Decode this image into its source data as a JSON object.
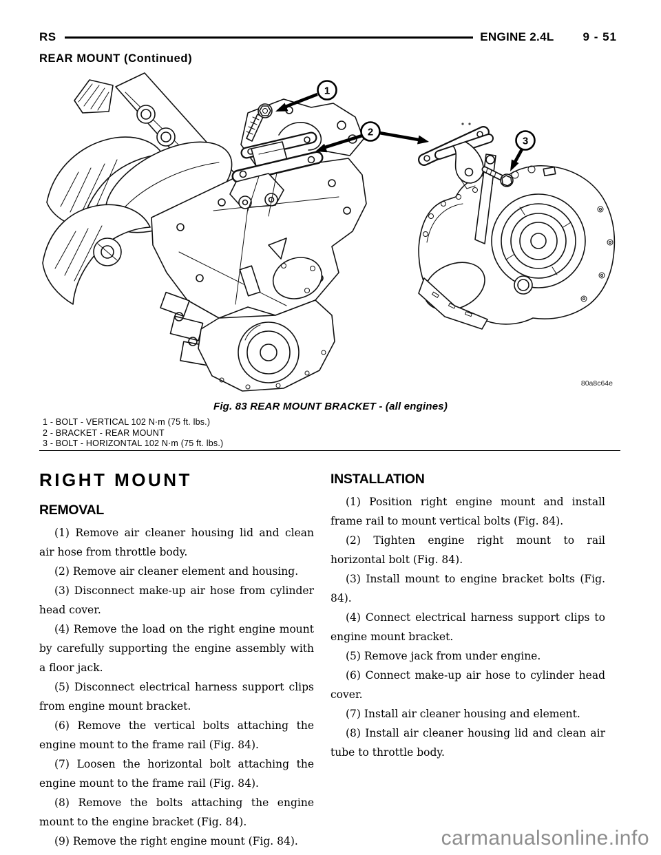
{
  "header": {
    "left": "RS",
    "engine": "ENGINE 2.4L",
    "page": "9 - 51"
  },
  "section_title": "REAR MOUNT (Continued)",
  "figure": {
    "caption": "Fig. 83 REAR MOUNT BRACKET - (all engines)",
    "image_code": "80a8c64e",
    "callouts": [
      "1",
      "2",
      "3"
    ],
    "legend": [
      "1 - BOLT - VERTICAL 102 N·m (75 ft. lbs.)",
      "2 - BRACKET - REAR MOUNT",
      "3 - BOLT - HORIZONTAL 102 N·m (75 ft. lbs.)"
    ]
  },
  "left_column": {
    "title": "RIGHT MOUNT",
    "subtitle": "REMOVAL",
    "steps": [
      "(1) Remove air cleaner housing lid and clean air hose from throttle body.",
      "(2) Remove air cleaner element and housing.",
      "(3) Disconnect make-up air hose from cylinder head cover.",
      "(4) Remove the load on the right engine mount by carefully supporting the engine assembly with a floor jack.",
      "(5) Disconnect electrical harness support clips from engine mount bracket.",
      "(6) Remove the vertical bolts attaching the engine mount to the frame rail (Fig. 84).",
      "(7) Loosen the horizontal bolt attaching the engine mount to the frame rail (Fig. 84).",
      "(8) Remove the bolts attaching the engine mount to the engine bracket (Fig. 84).",
      "(9) Remove the right engine mount (Fig. 84)."
    ]
  },
  "right_column": {
    "subtitle": "INSTALLATION",
    "steps": [
      "(1) Position right engine mount and install frame rail to mount vertical bolts (Fig. 84).",
      "(2) Tighten engine right mount to rail horizontal bolt (Fig. 84).",
      "(3) Install mount to engine bracket bolts (Fig. 84).",
      "(4) Connect electrical harness support clips to engine mount bracket.",
      "(5) Remove jack from under engine.",
      "(6) Connect make-up air hose to cylinder head cover.",
      "(7) Install air cleaner housing and element.",
      "(8) Install air cleaner housing lid and clean air tube to throttle body."
    ]
  },
  "watermark": "carmanualsonline.info"
}
